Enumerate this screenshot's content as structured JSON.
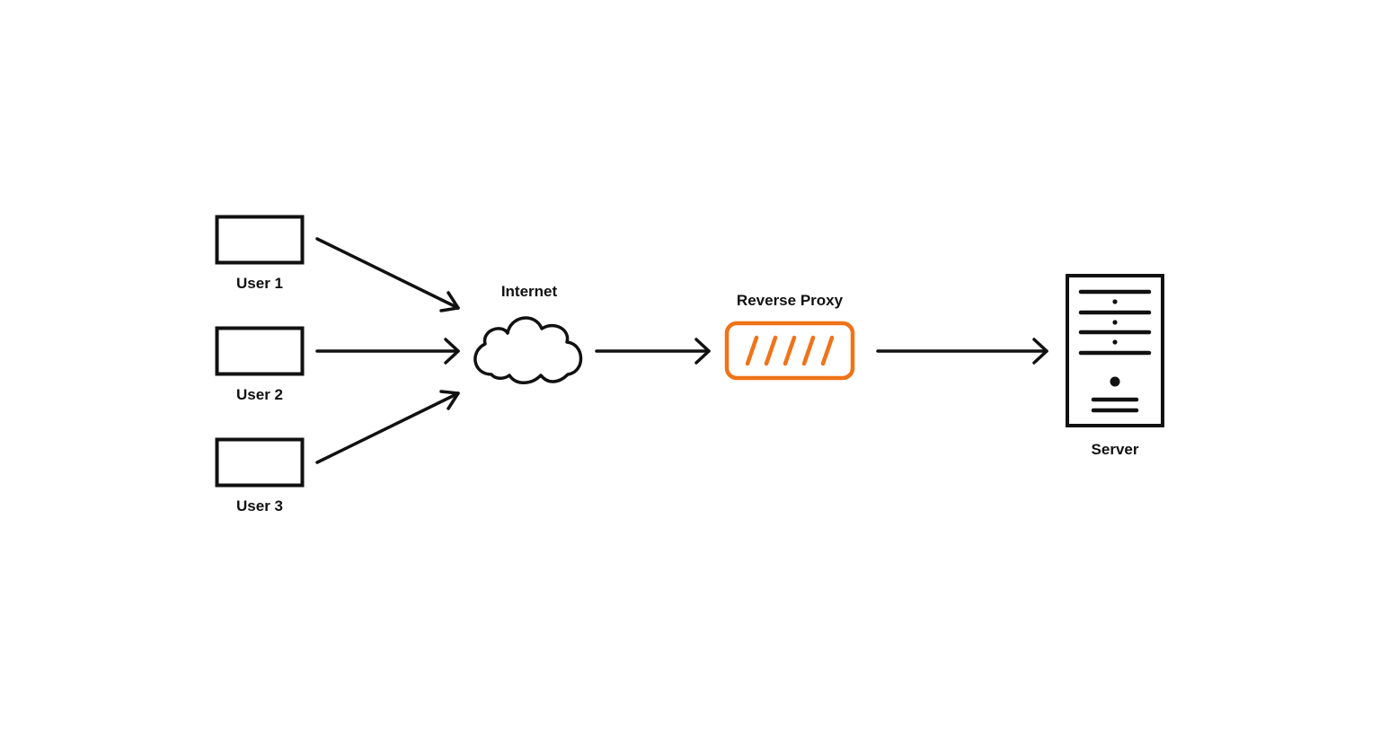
{
  "diagram": {
    "colors": {
      "stroke": "#111111",
      "proxy_accent": "#f07318",
      "background": "#ffffff"
    },
    "users": [
      {
        "label": "User 1"
      },
      {
        "label": "User 2"
      },
      {
        "label": "User 3"
      }
    ],
    "internet": {
      "label": "Internet",
      "icon": "cloud-icon"
    },
    "proxy": {
      "label": "Reverse Proxy",
      "icon": "firewall-proxy-icon"
    },
    "server": {
      "label": "Server",
      "icon": "server-tower-icon"
    },
    "edges": [
      {
        "from": "User 1",
        "to": "Internet"
      },
      {
        "from": "User 2",
        "to": "Internet"
      },
      {
        "from": "User 3",
        "to": "Internet"
      },
      {
        "from": "Internet",
        "to": "Reverse Proxy"
      },
      {
        "from": "Reverse Proxy",
        "to": "Server"
      }
    ]
  }
}
